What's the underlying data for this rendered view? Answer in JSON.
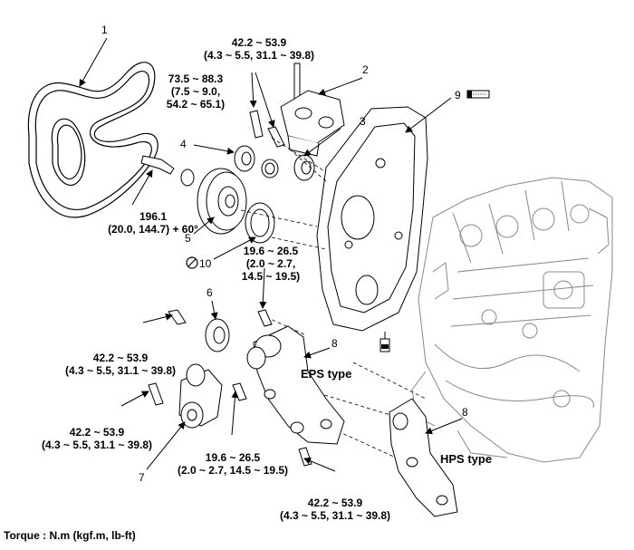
{
  "callouts": {
    "n1": "1",
    "n2": "2",
    "n3": "3",
    "n4": "4",
    "n5": "5",
    "n6": "6",
    "n7": "7",
    "n8a": "8",
    "n8b": "8",
    "n9": "9",
    "n10": "10"
  },
  "torques": {
    "top_line1": "42.2 ~ 53.9",
    "top_line2": "(4.3 ~ 5.5, 31.1 ~ 39.8)",
    "mid_line1": "73.5 ~ 88.3",
    "mid_line2": "(7.5 ~ 9.0,",
    "mid_line3": "54.2 ~ 65.1)",
    "crank_line1": "196.1",
    "crank_line2": "(20.0, 144.7) + 60°",
    "cover_line1": "19.6 ~ 26.5",
    "cover_line2": "(2.0 ~ 2.7,",
    "cover_line3": "14.5 ~ 19.5)",
    "idler_line1": "42.2 ~ 53.9",
    "idler_line2": "(4.3 ~ 5.5, 31.1 ~ 39.8)",
    "tens_line1": "42.2 ~ 53.9",
    "tens_line2": "(4.3 ~ 5.5, 31.1 ~ 39.8)",
    "bkt_line1": "19.6 ~ 26.5",
    "bkt_line2": "(2.0 ~ 2.7, 14.5 ~ 19.5)",
    "low_line1": "42.2 ~ 53.9",
    "low_line2": "(4.3 ~ 5.5, 31.1 ~ 39.8)"
  },
  "types": {
    "eps": "EPS type",
    "hps": "HPS type"
  },
  "footer": {
    "torque_unit": "Torque : N.m (kgf.m, lb-ft)"
  },
  "icons": [
    "sealant-icon",
    "do-not-reuse-icon",
    "oil-seal-tool-icon"
  ]
}
